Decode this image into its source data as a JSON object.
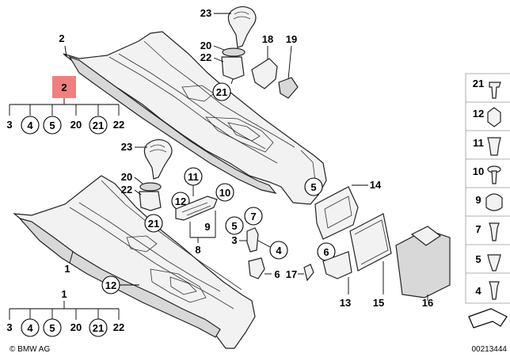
{
  "parts": {
    "upper": {
      "top": "2",
      "highlight": "2",
      "subs": [
        "3",
        "4",
        "5",
        "20",
        "21",
        "22"
      ]
    },
    "lower": {
      "top": "1",
      "subs": [
        "3",
        "4",
        "5",
        "20",
        "21",
        "22"
      ]
    },
    "knob_upper": {
      "p23": "23",
      "p20": "20",
      "p22": "22",
      "p21": "21",
      "p18": "18",
      "p19": "19"
    },
    "knob_lower": {
      "p23": "23",
      "p20": "20",
      "p22": "22",
      "p21": "21"
    },
    "mid": {
      "p11": "11",
      "p12": "12",
      "p10": "10",
      "p9": "9",
      "p8": "8",
      "p7": "7",
      "p5": "5",
      "p3": "3",
      "p4": "4",
      "p6": "6",
      "p17": "17",
      "p12b": "12"
    },
    "right": {
      "p5": "5",
      "p14": "14",
      "p13": "13",
      "p15": "15",
      "p16": "16",
      "p6": "6"
    }
  },
  "legend": [
    "21",
    "12",
    "11",
    "10",
    "9",
    "7",
    "5",
    "4"
  ],
  "footer": {
    "brand": "© BMW AG",
    "code": "00213444"
  },
  "colors": {
    "highlight": "#f08080"
  }
}
